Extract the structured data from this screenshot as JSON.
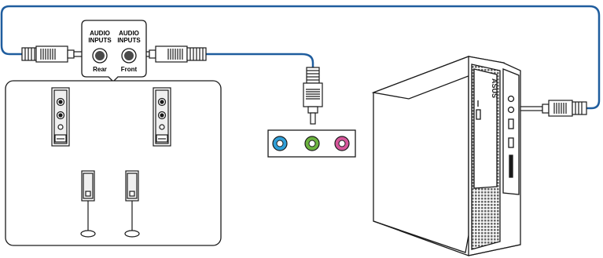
{
  "speaker_box": {
    "rear_line1": "AUDIO",
    "rear_line2": "INPUTS",
    "rear_label": "Rear",
    "front_line1": "AUDIO",
    "front_line2": "INPUTS",
    "front_label": "Front"
  },
  "pc": {
    "brand": "ASUS"
  },
  "colors": {
    "cable": "#1f5d9e",
    "jack_blue": "#2f9fd8",
    "jack_green": "#6cb33f",
    "jack_pink": "#d6569b",
    "outline": "#1a1a1a"
  }
}
